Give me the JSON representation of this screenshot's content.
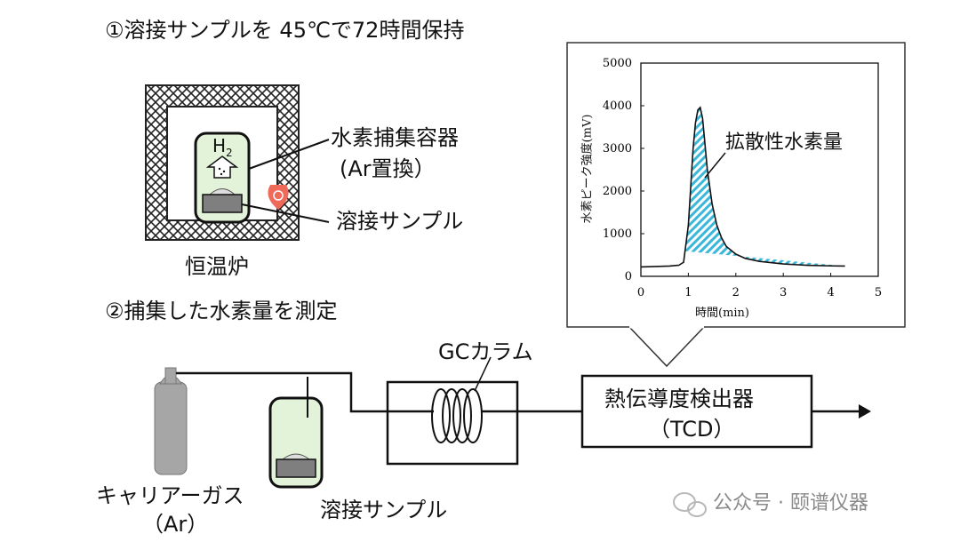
{
  "step1": {
    "label": "①溶接サンプルを 45℃で72時間保持"
  },
  "step2": {
    "label": "②捕集した水素量を測定"
  },
  "furnace": {
    "label": "恒温炉"
  },
  "container": {
    "gas_label": "H",
    "gas_subscript": "2",
    "label_line1": "水素捕集容器",
    "label_line2": "(Ar置換）"
  },
  "sample": {
    "label": "溶接サンプル"
  },
  "gc_column": {
    "label": "GCカラム"
  },
  "detector": {
    "label_line1": "熱伝導度検出器",
    "label_line2": "（TCD）"
  },
  "carrier_gas": {
    "label_line1": "キャリアーガス",
    "label_line2": "（Ar）"
  },
  "sample2": {
    "label": "溶接サンプル"
  },
  "watermark": {
    "text": "公众号 · 颐谱仪器"
  },
  "colors": {
    "container_fill": "#e2f3d9",
    "sample_fill": "#7f7f7f",
    "hatch": "#3ab7d9",
    "cylinder": "#a6a6a6"
  },
  "chart_data": {
    "type": "line",
    "xlabel": "時間(min)",
    "ylabel": "水素ピーク強度(mV)",
    "xlim": [
      0,
      5
    ],
    "ylim": [
      0,
      5000
    ],
    "xticks": [
      0,
      1,
      2,
      3,
      4,
      5
    ],
    "yticks": [
      0,
      1000,
      2000,
      3000,
      4000,
      5000
    ],
    "annotation": "拡散性水素量",
    "series": [
      {
        "x": [
          0,
          0.3,
          0.6,
          0.8,
          0.9,
          1.0,
          1.05,
          1.1,
          1.15,
          1.2,
          1.25,
          1.3,
          1.35,
          1.4,
          1.5,
          1.6,
          1.7,
          1.8,
          2.0,
          2.2,
          2.5,
          3.0,
          3.5,
          4.0,
          4.3
        ],
        "y": [
          220,
          230,
          240,
          260,
          330,
          1200,
          2100,
          3000,
          3600,
          3900,
          3960,
          3700,
          3100,
          2500,
          1700,
          1200,
          900,
          700,
          520,
          420,
          350,
          290,
          260,
          245,
          240
        ]
      }
    ],
    "shaded_range": [
      0.93,
      4.3
    ]
  }
}
